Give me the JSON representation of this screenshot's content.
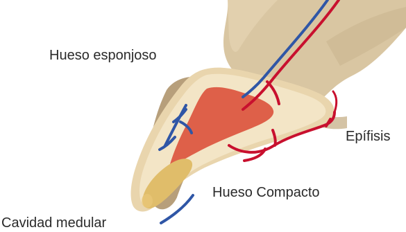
{
  "labels": {
    "spongy_bone": "Hueso esponjoso",
    "epiphysis": "Epífisis",
    "compact_bone": "Hueso Compacto",
    "medullary_cavity": "Cavidad medular"
  },
  "colors": {
    "bone_outer": "#d9c6a2",
    "bone_shadow": "#b79f7b",
    "bone_light": "#f0e2c2",
    "bone_compact": "#e9d5ad",
    "spongy": "#de6049",
    "marrow": "#e0bd6a",
    "artery": "#c8102e",
    "vein": "#2f56a6",
    "text": "#2a2a2a"
  }
}
